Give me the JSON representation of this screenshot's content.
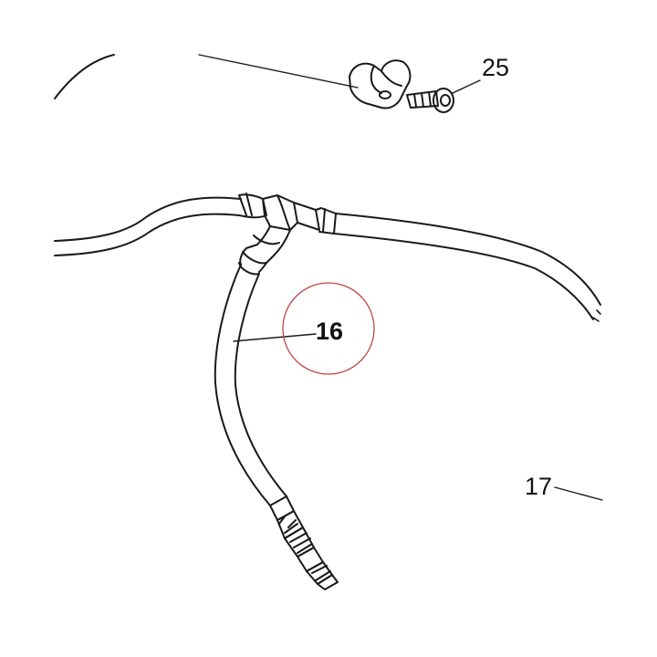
{
  "callouts": {
    "part_25": "25",
    "part_16": "16",
    "part_17": "17"
  },
  "colors": {
    "line": "#1a1a1a",
    "highlight_circle": "#c0464b",
    "background": "#ffffff"
  }
}
